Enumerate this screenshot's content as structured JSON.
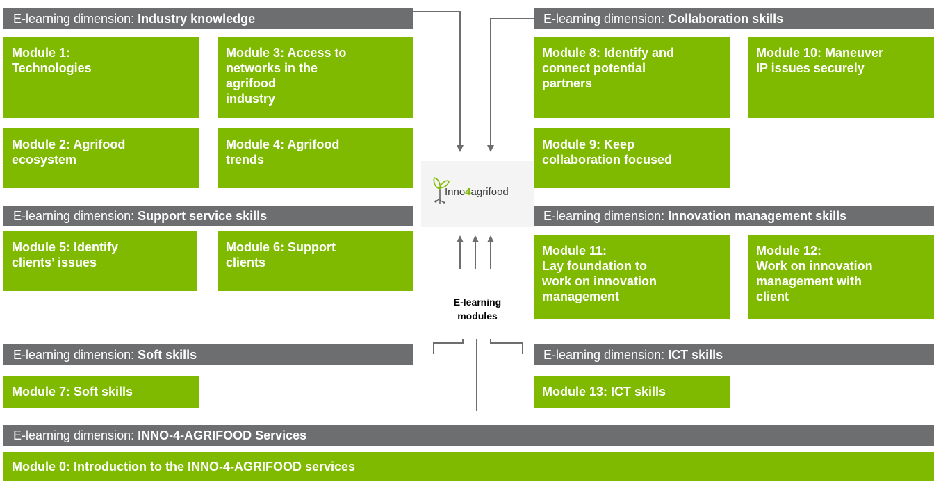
{
  "dim_prefix": "E-learning dimension: ",
  "dimensions": {
    "industry": "Industry knowledge",
    "collaboration": "Collaboration skills",
    "support": "Support service skills",
    "innovation": "Innovation management skills",
    "soft": "Soft skills",
    "ict": "ICT skills",
    "services": "INNO-4-AGRIFOOD Services"
  },
  "modules": {
    "m1": "Module 1:\nTechnologies",
    "m2": "Module 2: Agrifood\necosystem",
    "m3": "Module 3: Access to\nnetworks in the\nagrifood\nindustry",
    "m4": "Module 4: Agrifood\ntrends",
    "m5": "Module 5: Identify\nclients’ issues",
    "m6": "Module 6: Support\nclients",
    "m7": "Module 7: Soft skills",
    "m8": "Module 8: Identify and\nconnect potential\npartners",
    "m9": "Module 9: Keep\ncollaboration focused",
    "m10": "Module 10: Maneuver\nIP issues securely",
    "m11": "Module 11:\nLay foundation to\nwork on innovation\nmanagement",
    "m12": "Module 12:\nWork on innovation\nmanagement with\nclient",
    "m13": "Module 13: ICT skills",
    "m0": "Module 0: Introduction to the INNO-4-AGRIFOOD services"
  },
  "logo": {
    "part1": "nno",
    "part2": "4",
    "part3": "agrifood",
    "lead": "I"
  },
  "center_label": "E-learning\nmodules",
  "colors": {
    "module_green": "#7fba00",
    "dimension_gray": "#6d6e70",
    "arrow_gray": "#6d6e70"
  }
}
